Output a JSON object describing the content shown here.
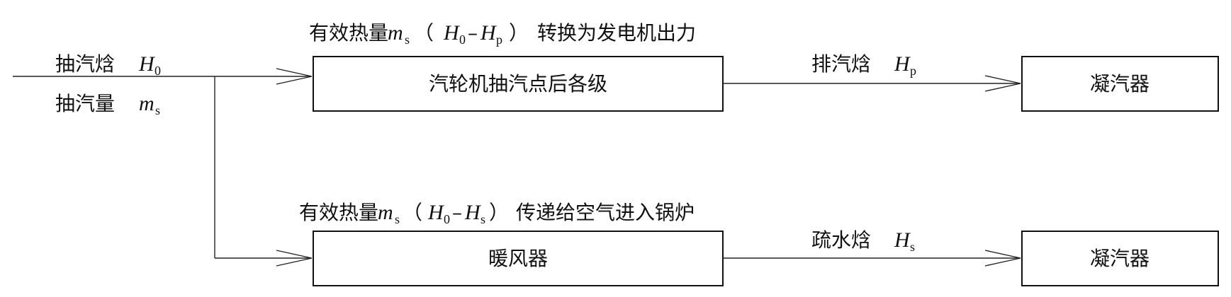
{
  "inputs": {
    "enthalpy_label": "抽汽焓",
    "enthalpy_symbol": "H",
    "enthalpy_sub": "0",
    "flow_label": "抽汽量",
    "flow_symbol": "m",
    "flow_sub": "s"
  },
  "top": {
    "caption_prefix": "有效热量",
    "caption_m": "m",
    "caption_m_sub": "s",
    "caption_open": "（",
    "caption_h1": "H",
    "caption_h1_sub": "0",
    "caption_dash": "–",
    "caption_h2": "H",
    "caption_h2_sub": "p",
    "caption_close": "）",
    "caption_suffix": "转换为发电机出力",
    "box_label": "汽轮机抽汽点后各级",
    "out_label": "排汽焓",
    "out_symbol": "H",
    "out_sub": "p",
    "dest_label": "凝汽器"
  },
  "bottom": {
    "caption_prefix": "有效热量",
    "caption_m": "m",
    "caption_m_sub": "s",
    "caption_open": "（",
    "caption_h1": "H",
    "caption_h1_sub": "0",
    "caption_dash": "–",
    "caption_h2": "H",
    "caption_h2_sub": "s",
    "caption_close": "）",
    "caption_suffix": "传递给空气进入锅炉",
    "box_label": "暖风器",
    "out_label": "疏水焓",
    "out_symbol": "H",
    "out_sub": "s",
    "dest_label": "凝汽器"
  }
}
